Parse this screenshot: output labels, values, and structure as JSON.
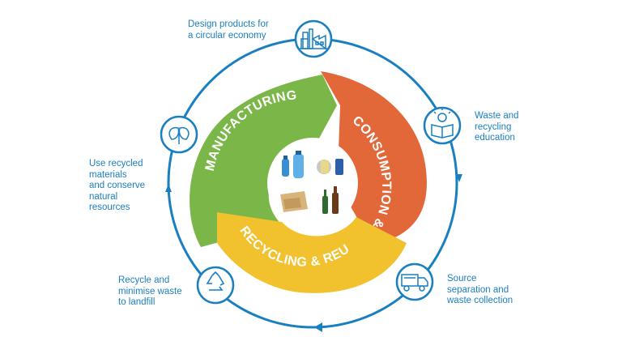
{
  "diagram": {
    "segments": [
      {
        "id": "manufacturing",
        "label": "MANUFACTURING",
        "color": "#7ab648"
      },
      {
        "id": "consumption",
        "label": "CONSUMPTION & USE",
        "color": "#e2683a"
      },
      {
        "id": "recycling",
        "label": "RECYCLING & REUSE",
        "color": "#f1c12e"
      }
    ],
    "ring_color": "#1a7fc0",
    "nodes": [
      {
        "id": "design",
        "icon": "factory-icon",
        "text": "Design products for\na circular economy"
      },
      {
        "id": "education",
        "icon": "book-lightbulb-icon",
        "text": "Waste and\nrecycling\neducation"
      },
      {
        "id": "collection",
        "icon": "garbage-truck-icon",
        "text": "Source\nseparation and\nwaste collection"
      },
      {
        "id": "landfill",
        "icon": "recycle-icon",
        "text": "Recycle and\nminimise waste\nto landfill"
      },
      {
        "id": "resources",
        "icon": "leaves-icon",
        "text": "Use recycled\nmaterials\nand conserve\nnatural\nresources"
      }
    ],
    "center_items": [
      "water-bottles-icon",
      "cans-icon",
      "paper-bags-icon",
      "glass-bottles-icon"
    ]
  }
}
